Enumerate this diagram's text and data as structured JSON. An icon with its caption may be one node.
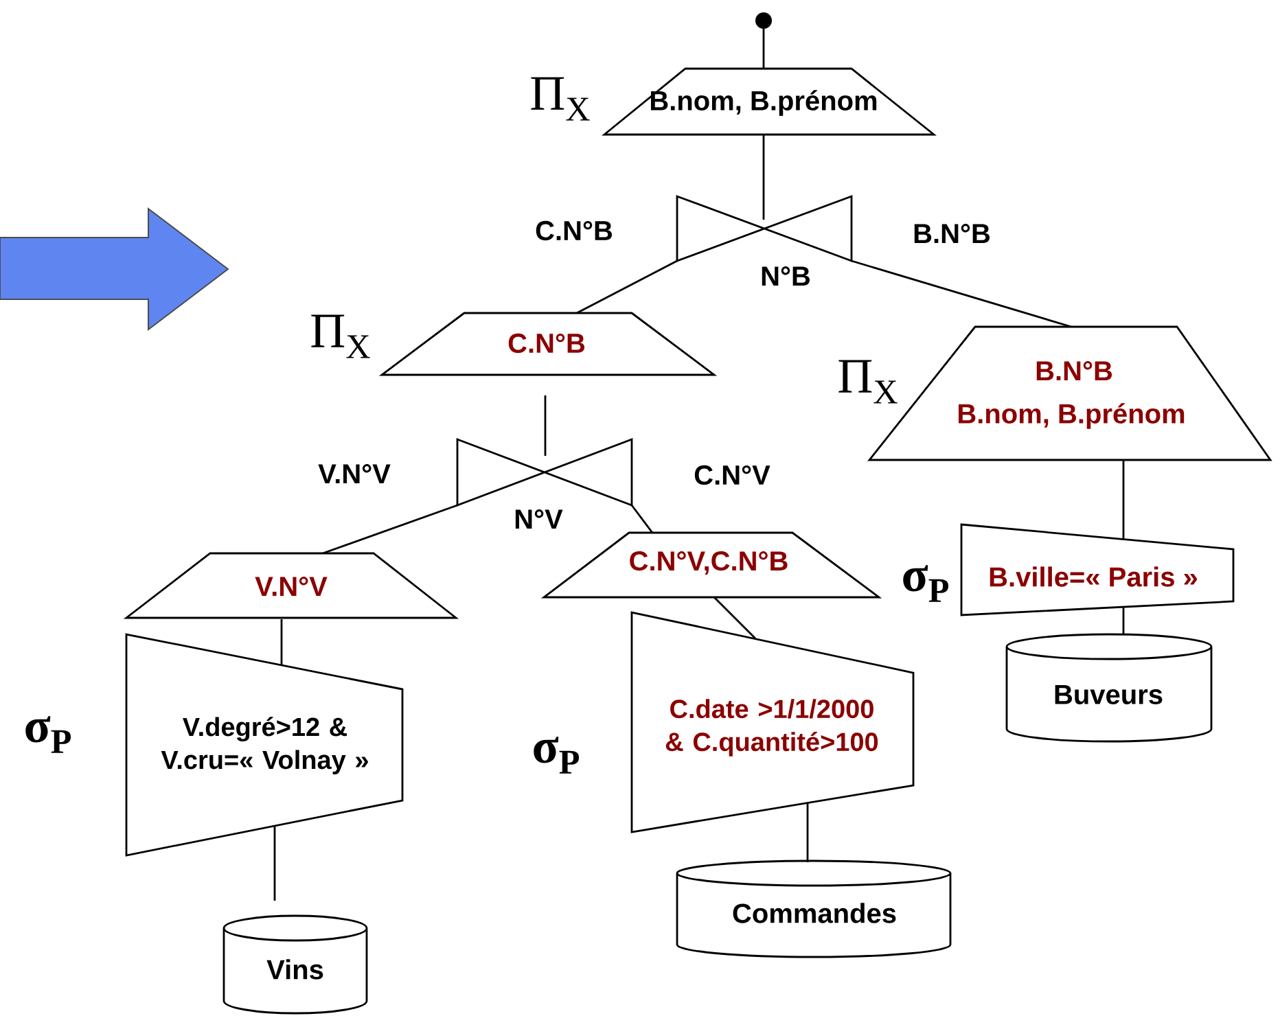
{
  "diagram": {
    "nodes": [
      {
        "text": [],
        "shape": "circle"
      },
      {
        "text": [
          "B.nom, B.prénom"
        ],
        "beside": [
          "Π$_{X}$"
        ]
      },
      {
        "text": [
          "N°B"
        ],
        "beside": [
          "C.N°B",
          "B.N°B"
        ]
      },
      {
        "text": [
          "C.N°B"
        ],
        "beside": [
          "Π$_{X}$"
        ]
      },
      {
        "text": [
          "B.N°B",
          "B.nom, B.prénom"
        ],
        "beside": [
          "Π$_{X}$"
        ]
      },
      {
        "text": [
          "N°V"
        ],
        "beside": [
          "V.N°V",
          "C.N°V"
        ]
      },
      {
        "text": [
          "V.N°V"
        ]
      },
      {
        "text": [
          "C.N°V,C.N°B"
        ]
      },
      {
        "text": [
          "B.ville=« Paris »"
        ],
        "beside": [
          "σ$_{P}$"
        ]
      },
      {
        "text": [
          "V.degré>12 & V.cru=« Volnay »"
        ],
        "beside": [
          "σ$_{P}$"
        ]
      },
      {
        "text": [
          "C.date >1/1/2000 & C.quantité>100"
        ],
        "beside": [
          "σ$_{P}$"
        ]
      },
      {
        "text": [
          "Buveurs"
        ]
      },
      {
        "text": [
          "Commandes"
        ]
      },
      {
        "text": [
          "Vins"
        ]
      }
    ],
    "edges": [
      {
        "from": 0,
        "to": 1,
        "arrow": "none"
      },
      {
        "from": 1,
        "to": 2,
        "arrow": "none"
      },
      {
        "from": 2,
        "to": 3,
        "arrow": "none"
      },
      {
        "from": 2,
        "to": 4,
        "arrow": "none"
      },
      {
        "from": 3,
        "to": 5,
        "arrow": "none"
      },
      {
        "from": 5,
        "to": 6,
        "arrow": "none"
      },
      {
        "from": 5,
        "to": 7,
        "arrow": "none"
      },
      {
        "from": 4,
        "to": 8,
        "arrow": "none"
      },
      {
        "from": 6,
        "to": 9,
        "arrow": "none"
      },
      {
        "from": 7,
        "to": 10,
        "arrow": "none"
      },
      {
        "from": 8,
        "to": 11,
        "arrow": "none"
      },
      {
        "from": 9,
        "to": 13,
        "arrow": "none"
      },
      {
        "from": 10,
        "to": 12,
        "arrow": "none"
      }
    ]
  }
}
